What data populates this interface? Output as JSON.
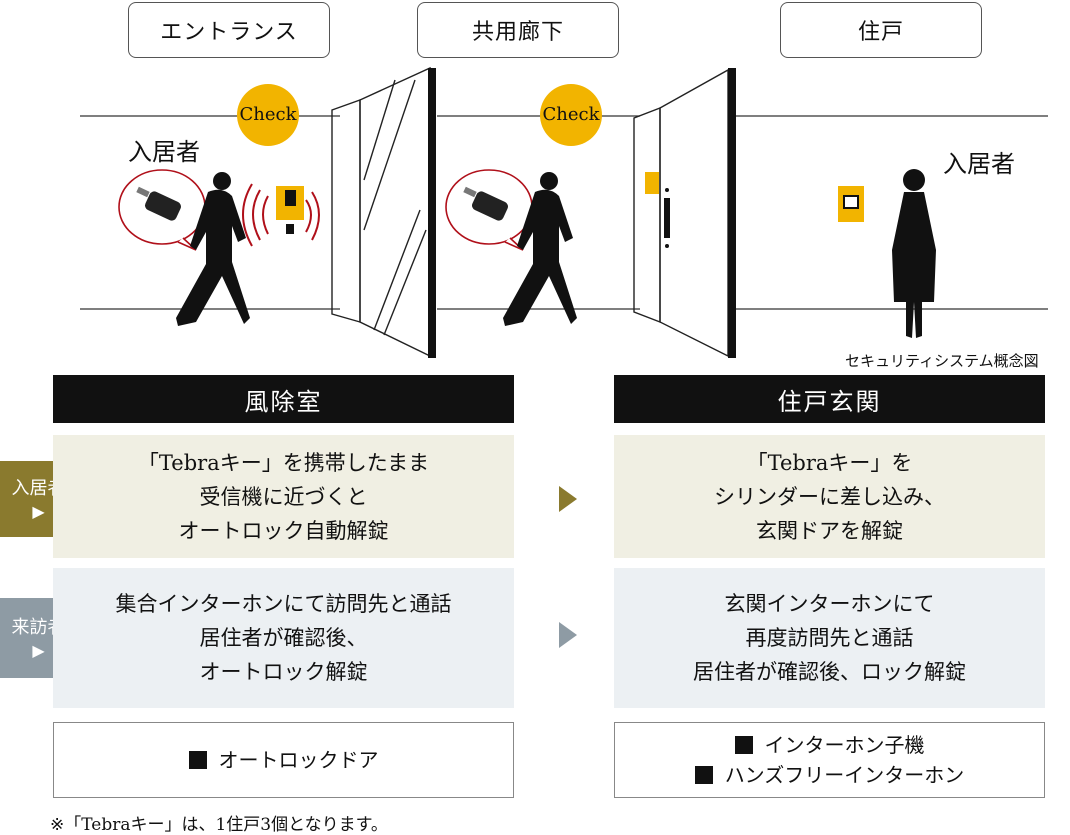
{
  "zones": {
    "entrance": "エントランス",
    "corridor": "共用廊下",
    "dwelling": "住戸"
  },
  "scene": {
    "check_label": "Check",
    "resident_label": "入居者",
    "caption": "セキュリティシステム概念図"
  },
  "left": {
    "header": "風除室",
    "resident_lines": [
      "「Tebraキー」を携帯したまま",
      "受信機に近づくと",
      "オートロック自動解錠"
    ],
    "visitor_lines": [
      "集合インターホンにて訪問先と通話",
      "居住者が確認後、",
      "オートロック解錠"
    ],
    "legend": [
      "オートロックドア"
    ]
  },
  "right": {
    "header": "住戸玄関",
    "resident_lines": [
      "「Tebraキー」を",
      "シリンダーに差し込み、",
      "玄関ドアを解錠"
    ],
    "visitor_lines": [
      "玄関インターホンにて",
      "再度訪問先と通話",
      "居住者が確認後、ロック解錠"
    ],
    "legend": [
      "インターホン子機",
      "ハンズフリーインターホン"
    ]
  },
  "tabs": {
    "resident": "入居者",
    "visitor": "来訪者",
    "marker": "▶"
  },
  "note": "※「Tebraキー」は、1住戸3個となります。",
  "colors": {
    "check_badge": "#f2b400",
    "resident_accent": "#8a7a2e",
    "visitor_accent": "#8e9ba4",
    "signal_waves": "#b0101a",
    "bubble_outline": "#b0101a"
  }
}
